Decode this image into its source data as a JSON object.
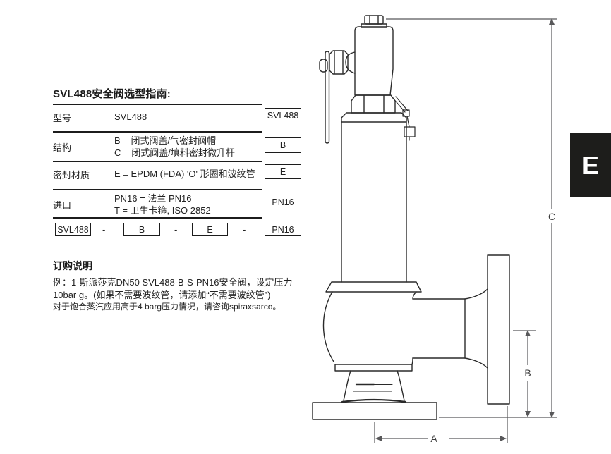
{
  "selector_guide": {
    "title": "SVL488安全阀选型指南:",
    "rows": [
      {
        "label": "型号",
        "options": [
          "SVL488"
        ],
        "code": "SVL488"
      },
      {
        "label": "结构",
        "options": [
          "B = 闭式阀盖/气密封阀帽",
          "C = 闭式阀盖/填料密封微升杆"
        ],
        "code": "B"
      },
      {
        "label": "密封材质",
        "options": [
          "E = EPDM (FDA) 'O' 形圈和波纹管"
        ],
        "code": "E"
      },
      {
        "label": "进口",
        "options": [
          "PN16 = 法兰 PN16",
          "T = 卫生卡箍, ISO 2852"
        ],
        "code": "PN16"
      }
    ],
    "code_row": {
      "separator": "-",
      "parts": [
        "SVL488",
        "B",
        "E",
        "PN16"
      ]
    }
  },
  "ordering": {
    "title": "订购说明",
    "lines": [
      "例：1-斯派莎克DN50 SVL488-B-S-PN16安全阀，设定压力",
      "10bar g。(如果不需要波纹管，请添加“不需要波纹管”)",
      "对于饱合蒸汽应用高于4 barg压力情况，请咨询spiraxsarco。"
    ]
  },
  "diagram": {
    "dimension_labels": {
      "a": "A",
      "b": "B",
      "c": "C"
    }
  },
  "section_tab": {
    "label": "E",
    "bg": "#1d1d1b",
    "fg": "#ffffff"
  }
}
